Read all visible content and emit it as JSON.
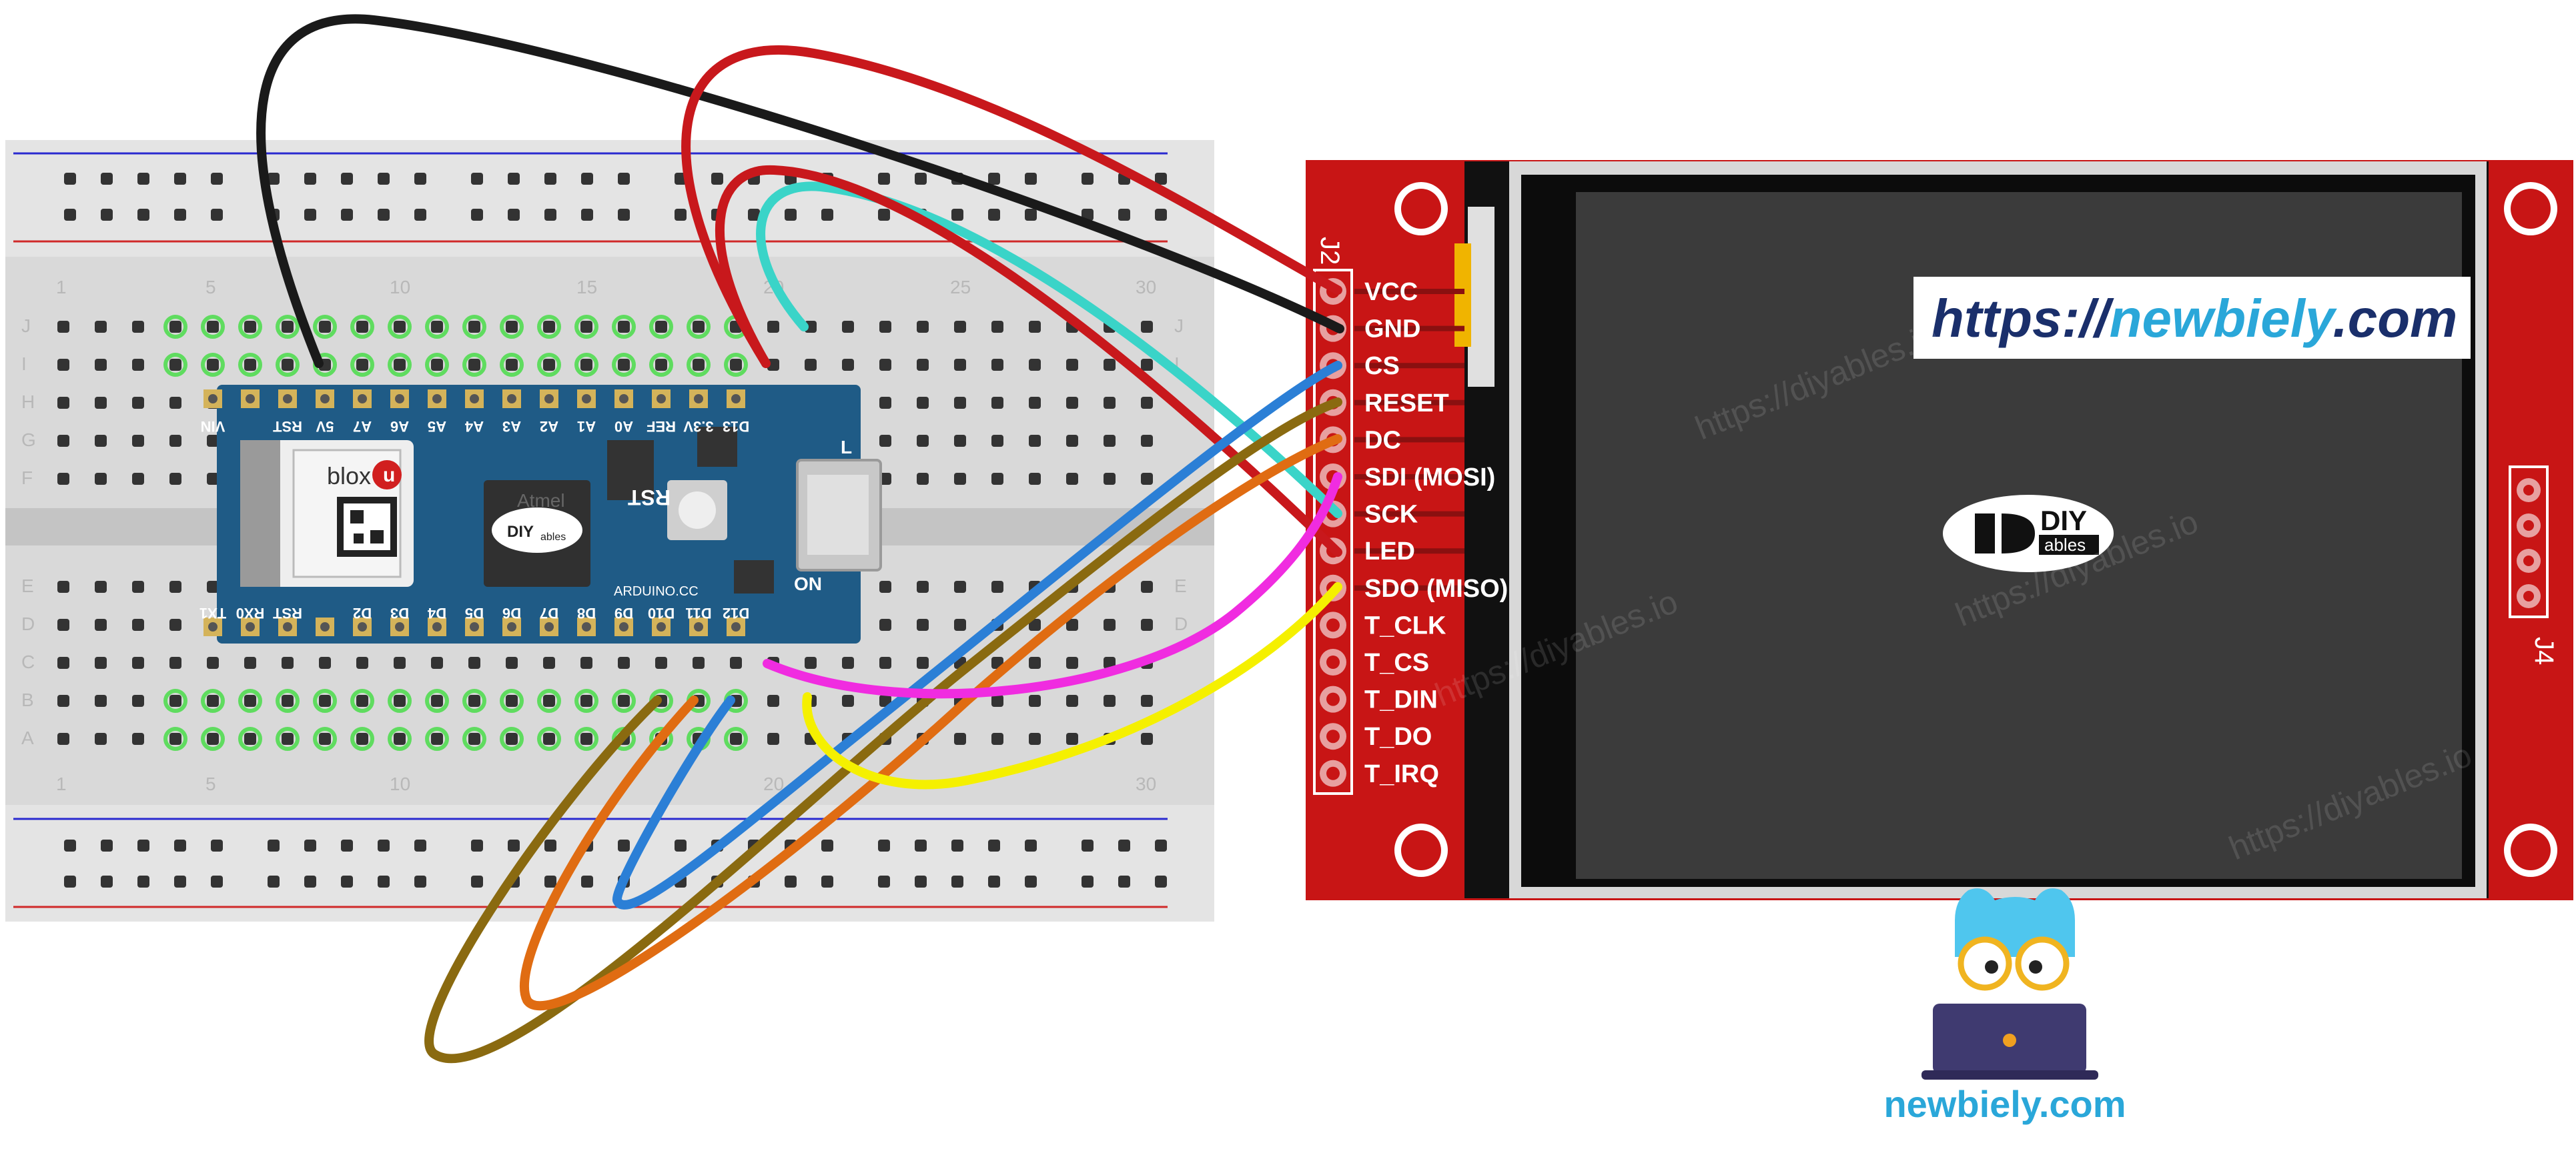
{
  "display_module": {
    "header_label": "J2",
    "side_header_label": "J4",
    "pins": [
      "VCC",
      "GND",
      "CS",
      "RESET",
      "DC",
      "SDI (MOSI)",
      "SCK",
      "LED",
      "SDO (MISO)",
      "T_CLK",
      "T_CS",
      "T_DIN",
      "T_DO",
      "T_IRQ"
    ],
    "url_prefix": "https://",
    "url_brand": "newbiely",
    "url_suffix": ".com",
    "center_logo_top": "DIY",
    "center_logo_bottom": "ables",
    "watermark": "https://diyables.io"
  },
  "arduino": {
    "top_pins": [
      "VIN",
      "",
      "RST",
      "5V",
      "A7",
      "A6",
      "A5",
      "A4",
      "A3",
      "A2",
      "A1",
      "A0",
      "REF",
      "3.3V",
      "D13"
    ],
    "bottom_pins": [
      "TX1",
      "RX0",
      "RST",
      "",
      "D2",
      "D3",
      "D4",
      "D5",
      "D6",
      "D7",
      "D8",
      "D9",
      "D10",
      "D11",
      "D12"
    ],
    "module_brand": "blox",
    "module_brand_prefix": "u",
    "chip_brand": "Atmel",
    "reset_label": "RST",
    "on_label": "ON",
    "led_label": "L",
    "site_label": "ARDUINO.CC",
    "logo_top": "DIY",
    "logo_bottom": "ables"
  },
  "breadboard": {
    "row_letters_top": [
      "J",
      "I",
      "H",
      "G",
      "F"
    ],
    "row_letters_bottom": [
      "E",
      "D",
      "C",
      "B",
      "A"
    ],
    "column_numbers": [
      "1",
      "5",
      "10",
      "15",
      "20",
      "25",
      "30"
    ]
  },
  "footer_brand": {
    "text": "newbiely.com"
  },
  "wires": [
    {
      "color": "#1a1a1a",
      "label": "GND"
    },
    {
      "color": "#c8181c",
      "label": "VCC"
    },
    {
      "color": "#3ad4c8",
      "label": "SCK"
    },
    {
      "color": "#c8181c",
      "label": "LED"
    },
    {
      "color": "#2b7fd6",
      "label": "CS"
    },
    {
      "color": "#8a6a10",
      "label": "RESET"
    },
    {
      "color": "#e06c12",
      "label": "DC"
    },
    {
      "color": "#f02ce0",
      "label": "SDI (MOSI)"
    },
    {
      "color": "#f5f000",
      "label": "SDO (MISO)"
    }
  ]
}
